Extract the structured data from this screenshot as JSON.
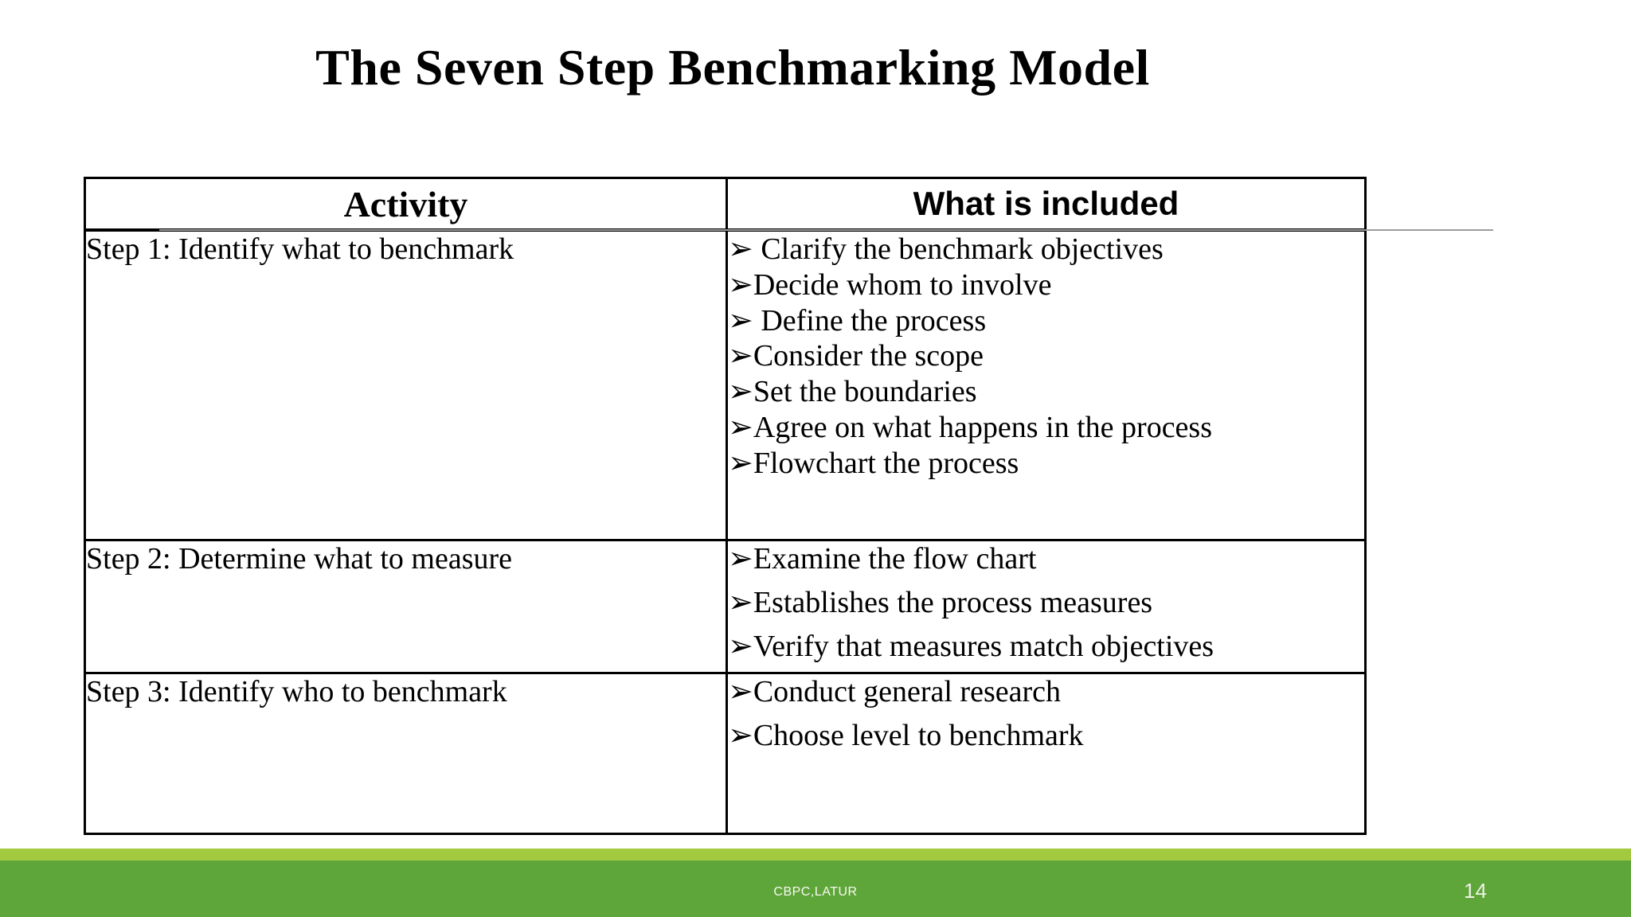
{
  "title": "The Seven Step Benchmarking Model",
  "bullet_icon": "➢",
  "colors": {
    "footer_stripe": "#a3c93f",
    "footer_bar": "#5fa63a",
    "table_border": "#000000",
    "header_rule": "#9b9b9b",
    "text": "#000000",
    "footer_text": "#f7f8f2"
  },
  "table": {
    "headers": [
      "Activity",
      "What is included"
    ],
    "rows": [
      {
        "activity": "Step 1: Identify what to benchmark",
        "items": [
          "➢ Clarify the benchmark objectives",
          "➢Decide whom to involve",
          "➢ Define the process",
          "➢Consider the scope",
          "➢Set the boundaries",
          "➢Agree on what happens in the process",
          "➢Flowchart the process"
        ]
      },
      {
        "activity": "Step 2: Determine what to measure",
        "items": [
          "➢Examine the flow chart",
          "➢Establishes the process measures",
          "➢Verify that measures match objectives"
        ]
      },
      {
        "activity": "Step 3: Identify who to benchmark",
        "items": [
          "➢Conduct general research",
          "➢Choose level to benchmark"
        ]
      }
    ]
  },
  "footer": {
    "org": "CBPC,LATUR",
    "page_number": "14"
  }
}
